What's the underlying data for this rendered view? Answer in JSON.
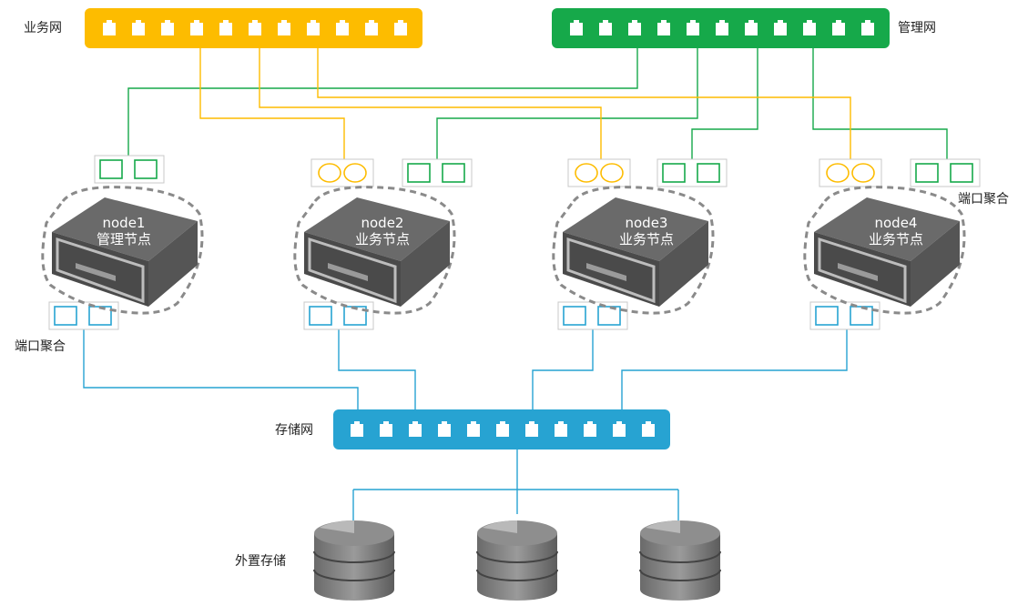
{
  "networks": {
    "business": {
      "label": "业务网",
      "color": "#fdbc00"
    },
    "management": {
      "label": "管理网",
      "color": "#16a94a"
    },
    "storage": {
      "label": "存储网",
      "color": "#27a3d2"
    }
  },
  "nodes": [
    {
      "name": "node1",
      "role": "管理节点"
    },
    {
      "name": "node2",
      "role": "业务节点"
    },
    {
      "name": "node3",
      "role": "业务节点"
    },
    {
      "name": "node4",
      "role": "业务节点"
    }
  ],
  "labels": {
    "port_aggregation_left": "端口聚合",
    "port_aggregation_right": "端口聚合",
    "external_storage": "外置存储"
  },
  "icons": {
    "switch_port": "ethernet-port-icon",
    "server": "server-icon",
    "disk": "storage-disk-icon",
    "nic_mgmt": "square-port-icon",
    "nic_business": "round-port-icon"
  }
}
